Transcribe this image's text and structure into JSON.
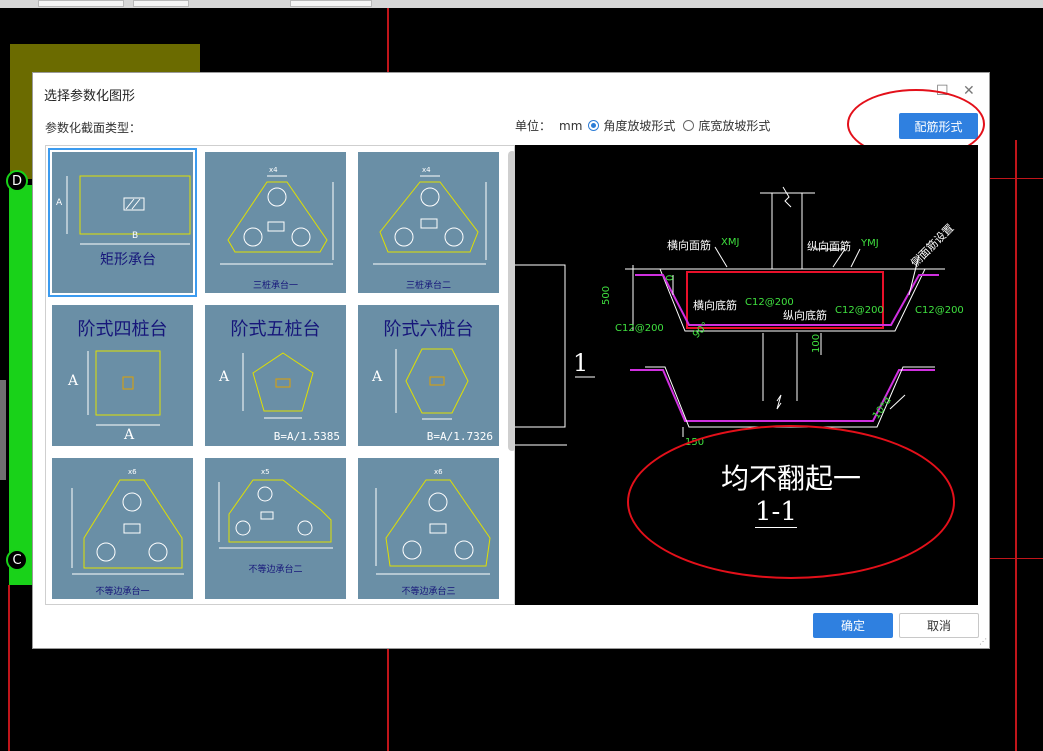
{
  "dialog": {
    "title": "选择参数化图形",
    "type_label": "参数化截面类型：",
    "unit_label": "单位：",
    "unit_value": "mm",
    "radio_angle": "角度放坡形式",
    "radio_width": "底宽放坡形式",
    "rebar_button": "配筋形式",
    "ok_button": "确定",
    "cancel_button": "取消",
    "maximize_icon": "maximize-icon",
    "close_icon": "close-icon"
  },
  "axes": {
    "d": "D",
    "c": "C"
  },
  "shapes": [
    {
      "label": "矩形承台",
      "dim_a": "A",
      "dim_b": "B"
    },
    {
      "label": "三桩承台一",
      "dim": "x4"
    },
    {
      "label": "三桩承台二",
      "dim": "x4"
    },
    {
      "label": "阶式四桩台",
      "dim_a": "A",
      "dim_b": "A"
    },
    {
      "label": "阶式五桩台",
      "dim_a": "A",
      "formula": "B=A/1.5385"
    },
    {
      "label": "阶式六桩台",
      "dim_a": "A",
      "formula": "B=A/1.7326"
    },
    {
      "label": "不等边承台一",
      "dim": "x6"
    },
    {
      "label": "不等边承台二",
      "dim": "x5"
    },
    {
      "label": "不等边承台三",
      "dim": "x6"
    }
  ],
  "preview": {
    "top_rebar": "横向面筋",
    "top_rebar_code": "XMJ",
    "long_top_rebar": "纵向面筋",
    "long_top_code": "YMJ",
    "bottom_rebar": "横向底筋",
    "bottom_rebar_spec": "C12@200",
    "long_bottom_rebar": "纵向底筋",
    "long_bottom_spec": "C12@200",
    "side_spec_left": "C12@200",
    "side_spec_right": "C12@200",
    "side_note": "侧面筋设置",
    "height": "500",
    "zero": "0",
    "angle": "90°",
    "cover": "100",
    "hook": "10*d",
    "base": "150",
    "mark": "1",
    "annotation": "均不翻起一",
    "section": "1-1"
  },
  "colors": {
    "accent": "#2f80e0",
    "annotation": "#e3101a",
    "tile": "#6a8fa6"
  }
}
